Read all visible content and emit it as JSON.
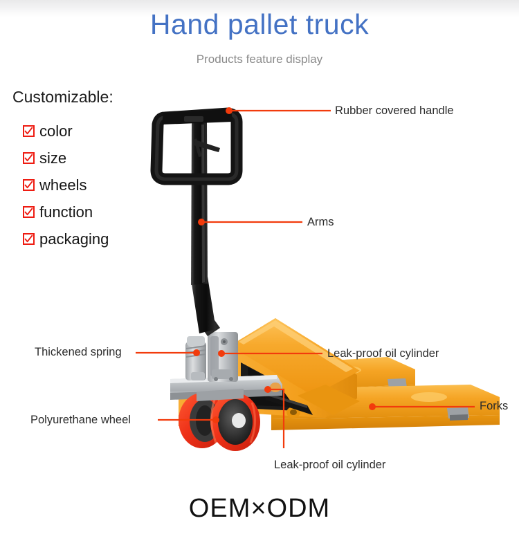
{
  "page": {
    "title": "Hand pallet truck",
    "subtitle": "Products feature display",
    "footer": "OEM×ODM",
    "title_color": "#4472C4",
    "subtitle_color": "#8a8a8a",
    "accent_color": "#F23B0C",
    "checkbox_color": "#EE1C12",
    "background_color": "#FFFFFF"
  },
  "customizable": {
    "heading": "Customizable:",
    "items": [
      {
        "label": "color",
        "checked": true
      },
      {
        "label": "size",
        "checked": true
      },
      {
        "label": "wheels",
        "checked": true
      },
      {
        "label": "function",
        "checked": true
      },
      {
        "label": "packaging",
        "checked": true
      }
    ]
  },
  "annotations": [
    {
      "id": "rubber-covered-handle",
      "label": "Rubber covered handle"
    },
    {
      "id": "arms",
      "label": "Arms"
    },
    {
      "id": "thickened-spring",
      "label": "Thickened spring"
    },
    {
      "id": "leak-proof-oil-cylinder-upper",
      "label": "Leak-proof oil cylinder"
    },
    {
      "id": "polyurethane-wheel",
      "label": "Polyurethane wheel"
    },
    {
      "id": "forks",
      "label": "Forks"
    },
    {
      "id": "leak-proof-oil-cylinder-lower",
      "label": "Leak-proof oil cylinder"
    }
  ],
  "product": {
    "name": "hand-pallet-truck",
    "body_color": "#F5A01E",
    "body_shadow_color": "#E08A10",
    "body_highlight_color": "#FDC35A",
    "handle_color": "#1A1A1A",
    "pump_color": "#B9BCBE",
    "wheel_color": "#E8301B",
    "wheel_hub_color": "#3A3A3A"
  }
}
